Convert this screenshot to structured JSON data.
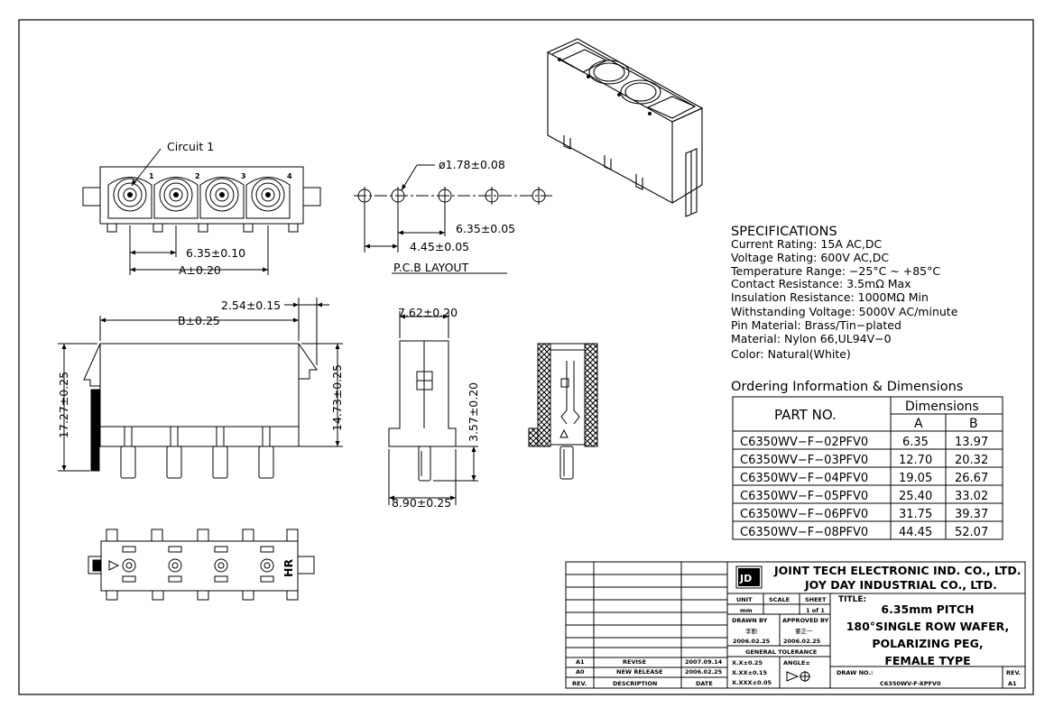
{
  "drawing": {
    "top_view": {
      "circuit_label": "Circuit 1",
      "pin_numbers": [
        "1",
        "2",
        "3",
        "4"
      ],
      "dim_pitch": "6.35±0.10",
      "dim_a": "A±0.20"
    },
    "pcb_layout": {
      "hole_dia": "ø1.78±0.08",
      "pitch": "6.35±0.05",
      "offset": "4.45±0.05",
      "title": "P.C.B LAYOUT"
    },
    "front_view": {
      "dim_top": "2.54±0.15",
      "dim_b": "B±0.25",
      "dim_height_left": "17.27±0.25",
      "dim_height_right": "14.73±0.25"
    },
    "side_view": {
      "dim_top": "7.62±0.20",
      "dim_pin": "3.57±0.20",
      "dim_bottom": "8.90±0.25"
    },
    "bottom_view": {
      "mark": "HR"
    }
  },
  "specifications": {
    "heading": "SPECIFICATIONS",
    "lines": [
      "Current Rating: 15A AC,DC",
      "Voltage Rating: 600V AC,DC",
      "Temperature Range: −25°C ~ +85°C",
      "Contact Resistance: 3.5mΩ Max",
      "Insulation Resistance: 1000MΩ Min",
      "Withstanding Voltage: 5000V AC/minute",
      "Pin Material: Brass/Tin−plated",
      "Material: Nylon 66,UL94V−0",
      "Color: Natural(White)"
    ]
  },
  "ordering": {
    "heading": "Ordering Information & Dimensions",
    "col_part": "PART NO.",
    "col_dims": "Dimensions",
    "col_a": "A",
    "col_b": "B",
    "rows": [
      [
        "C6350WV−F−02PFV0",
        "6.35",
        "13.97"
      ],
      [
        "C6350WV−F−03PFV0",
        "12.70",
        "20.32"
      ],
      [
        "C6350WV−F−04PFV0",
        "19.05",
        "26.67"
      ],
      [
        "C6350WV−F−05PFV0",
        "25.40",
        "33.02"
      ],
      [
        "C6350WV−F−06PFV0",
        "31.75",
        "39.37"
      ],
      [
        "C6350WV−F−08PFV0",
        "44.45",
        "52.07"
      ]
    ]
  },
  "title_block": {
    "company1": "JOINT TECH ELECTRONIC IND. CO., LTD.",
    "company2": "JOY DAY INDUSTRIAL CO., LTD.",
    "unit_label": "UNIT",
    "scale_label": "SCALE",
    "sheet_label": "SHEET",
    "unit_value": "mm",
    "sheet_value": "1 of 1",
    "drawn_by_label": "DRAWN BY",
    "approved_by_label": "APPROVED BY",
    "drawn_by": "李勤",
    "approved_by": "董正一",
    "drawn_date": "2006.02.25",
    "approved_date": "2006.02.25",
    "tolerance_label": "GENERAL TOLERANCE",
    "tol_x": "X.X±0.25",
    "tol_xx": "X.XX±0.15",
    "tol_xxx": "X.XXX±0.05",
    "angle_label": "ANGLE±",
    "title_label": "TITLE:",
    "title_lines": [
      "6.35mm PITCH",
      "180°SINGLE ROW WAFER,",
      "POLARIZING PEG,",
      "FEMALE TYPE"
    ],
    "drawno_label": "DRAW NO.:",
    "drawno": "C6350WV-F-XPFV0",
    "rev_label": "REV.",
    "rev_value": "A1",
    "revisions": [
      [
        "A1",
        "REVISE",
        "2007.09.14"
      ],
      [
        "A0",
        "NEW RELEASE",
        "2006.02.25"
      ]
    ],
    "rev_header": [
      "REV.",
      "DESCRIPTION",
      "DATE"
    ]
  }
}
